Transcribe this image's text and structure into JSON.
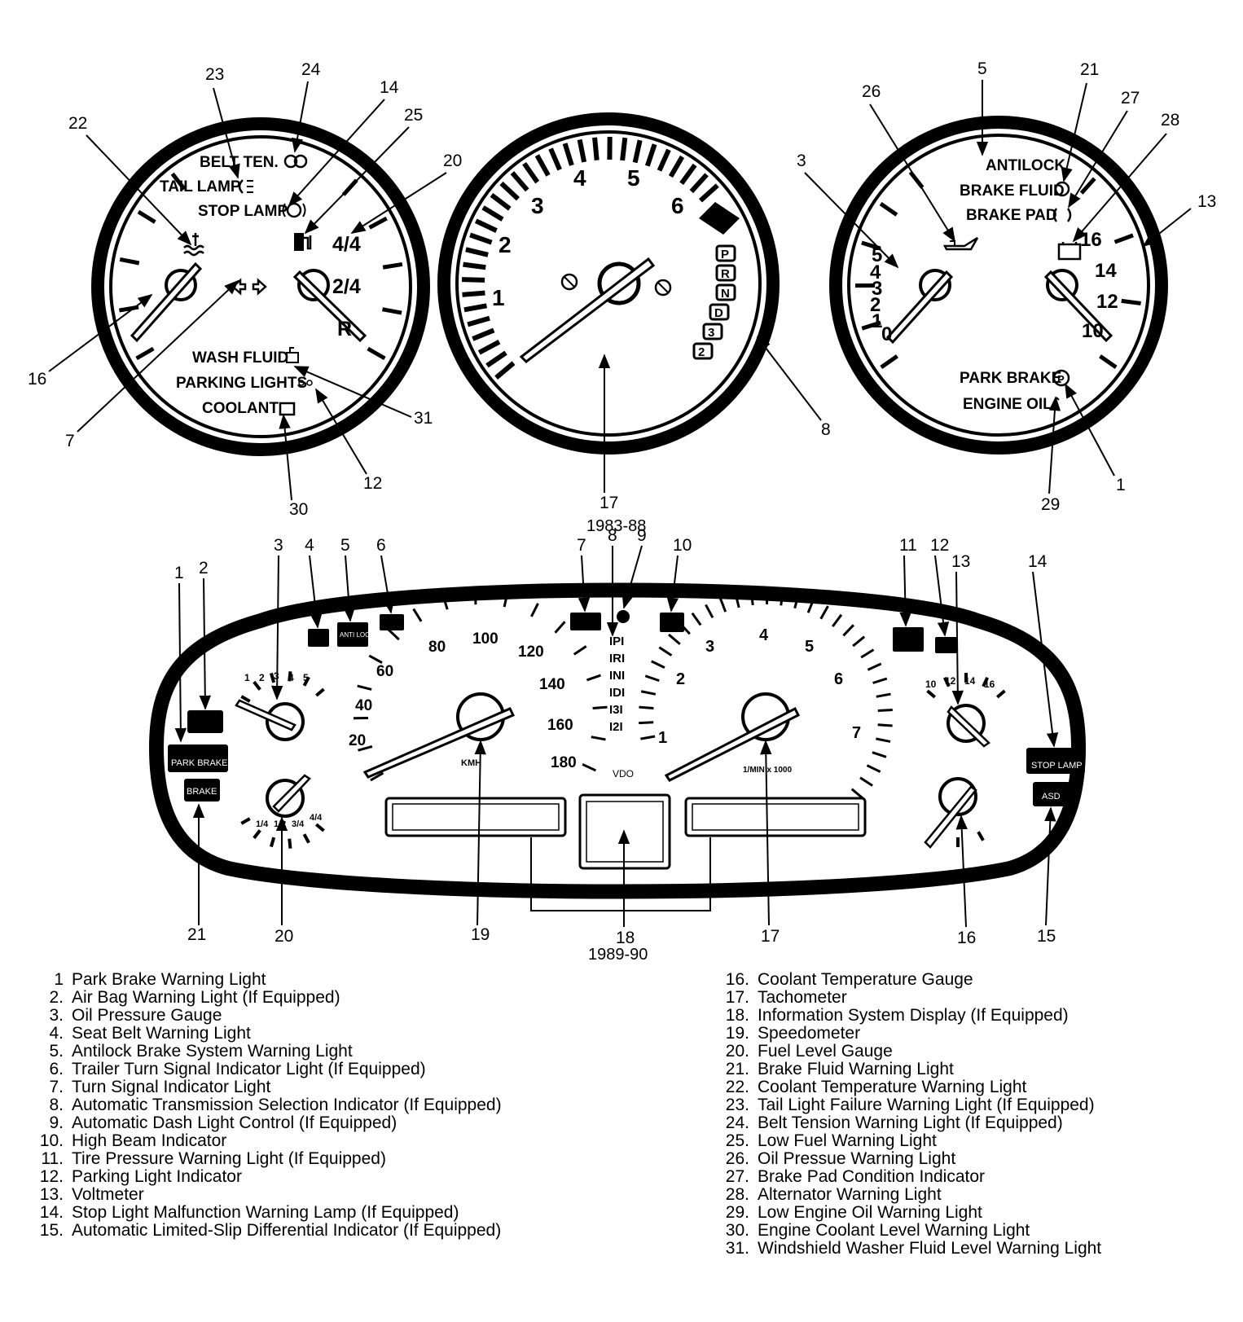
{
  "top_left_gauge": {
    "labels": {
      "belt_ten": "BELT TEN.",
      "tail_lamp": "TAIL LAMP",
      "stop_lamp": "STOP LAMP",
      "wash_fluid": "WASH FLUID",
      "parking_lights": "PARKING LIGHTS",
      "coolant": "COOLANT"
    },
    "fuel_scale": [
      "4/4",
      "2/4",
      "R"
    ],
    "callouts": [
      "23",
      "24",
      "14",
      "25",
      "22",
      "20",
      "16",
      "7",
      "31",
      "12",
      "30"
    ]
  },
  "top_tachometer": {
    "scale": [
      "1",
      "2",
      "3",
      "4",
      "5",
      "6"
    ],
    "gears": [
      "P",
      "R",
      "N",
      "D",
      "3",
      "2"
    ],
    "callouts": [
      "17",
      "8"
    ]
  },
  "top_right_gauge": {
    "labels": {
      "antilock": "ANTILOCK",
      "brake_fluid": "BRAKE FLUID",
      "brake_pad": "BRAKE PAD",
      "park_brake": "PARK BRAKE",
      "engine_oil": "ENGINE OIL"
    },
    "oil_scale": [
      "5",
      "4",
      "3",
      "2",
      "1",
      "0"
    ],
    "volt_scale": [
      "16",
      "14",
      "12",
      "10"
    ],
    "callouts": [
      "5",
      "21",
      "26",
      "27",
      "28",
      "3",
      "13",
      "29",
      "1"
    ]
  },
  "cluster": {
    "year_top": "1983-88",
    "year_bottom": "1989-90",
    "speed_scale": [
      "20",
      "40",
      "60",
      "80",
      "100",
      "120",
      "140",
      "160",
      "180"
    ],
    "speed_unit": "KMH",
    "gear_strip": [
      "P",
      "R",
      "N",
      "D",
      "3",
      "2"
    ],
    "brand": "VDO",
    "tach_scale": [
      "1",
      "2",
      "3",
      "4",
      "5",
      "6",
      "7"
    ],
    "tach_unit": "1/MIN x 1000",
    "oil_scale": [
      "1",
      "2",
      "3",
      "4",
      "5"
    ],
    "fuel_scale": [
      "1/4",
      "1/2",
      "3/4",
      "4/4"
    ],
    "volt_scale": [
      "10",
      "12",
      "14",
      "16"
    ],
    "warning_labels": {
      "park_brake": "PARK BRAKE",
      "brake": "BRAKE",
      "stop_lamp": "STOP LAMP",
      "asd": "ASD",
      "anti_lock": "ANTI LOCK"
    },
    "callouts_top": [
      "1",
      "2",
      "3",
      "4",
      "5",
      "6",
      "7",
      "8",
      "9",
      "10",
      "11",
      "12",
      "13",
      "14"
    ],
    "callouts_bottom": [
      "21",
      "20",
      "19",
      "18",
      "17",
      "16",
      "15"
    ]
  },
  "legend_left": [
    {
      "num": "1",
      "text": "Park Brake Warning Light"
    },
    {
      "num": "2.",
      "text": "Air Bag Warning Light (If Equipped)"
    },
    {
      "num": "3.",
      "text": "Oil Pressure Gauge"
    },
    {
      "num": "4.",
      "text": "Seat Belt Warning Light"
    },
    {
      "num": "5.",
      "text": "Antilock Brake System Warning Light"
    },
    {
      "num": "6.",
      "text": "Trailer Turn Signal Indicator Light (If Equipped)"
    },
    {
      "num": "7.",
      "text": "Turn Signal Indicator Light"
    },
    {
      "num": "8.",
      "text": "Automatic Transmission Selection Indicator (If Equipped)"
    },
    {
      "num": "9.",
      "text": "Automatic Dash Light Control (If Equipped)"
    },
    {
      "num": "10.",
      "text": "High Beam Indicator"
    },
    {
      "num": "11.",
      "text": "Tire Pressure Warning Light (If Equipped)"
    },
    {
      "num": "12.",
      "text": "Parking Light Indicator"
    },
    {
      "num": "13.",
      "text": "Voltmeter"
    },
    {
      "num": "14.",
      "text": "Stop Light Malfunction Warning Lamp (If Equipped)"
    },
    {
      "num": "15.",
      "text": "Automatic Limited-Slip Differential Indicator (If Equipped)"
    }
  ],
  "legend_right": [
    {
      "num": "16.",
      "text": "Coolant Temperature Gauge"
    },
    {
      "num": "17.",
      "text": "Tachometer"
    },
    {
      "num": "18.",
      "text": "Information System Display (If Equipped)"
    },
    {
      "num": "19.",
      "text": "Speedometer"
    },
    {
      "num": "20.",
      "text": "Fuel Level Gauge"
    },
    {
      "num": "21.",
      "text": "Brake Fluid Warning Light"
    },
    {
      "num": "22.",
      "text": "Coolant Temperature Warning Light"
    },
    {
      "num": "23.",
      "text": "Tail Light Failure Warning Light (If Equipped)"
    },
    {
      "num": "24.",
      "text": "Belt Tension Warning Light (If Equipped)"
    },
    {
      "num": "25.",
      "text": "Low Fuel Warning Light"
    },
    {
      "num": "26.",
      "text": "Oil Pressue Warning Light"
    },
    {
      "num": "27.",
      "text": "Brake Pad Condition Indicator"
    },
    {
      "num": "28.",
      "text": "Alternator Warning Light"
    },
    {
      "num": "29.",
      "text": "Low Engine Oil Warning Light"
    },
    {
      "num": "30.",
      "text": "Engine Coolant Level Warning Light"
    },
    {
      "num": "31.",
      "text": "Windshield Washer Fluid Level Warning Light"
    }
  ]
}
